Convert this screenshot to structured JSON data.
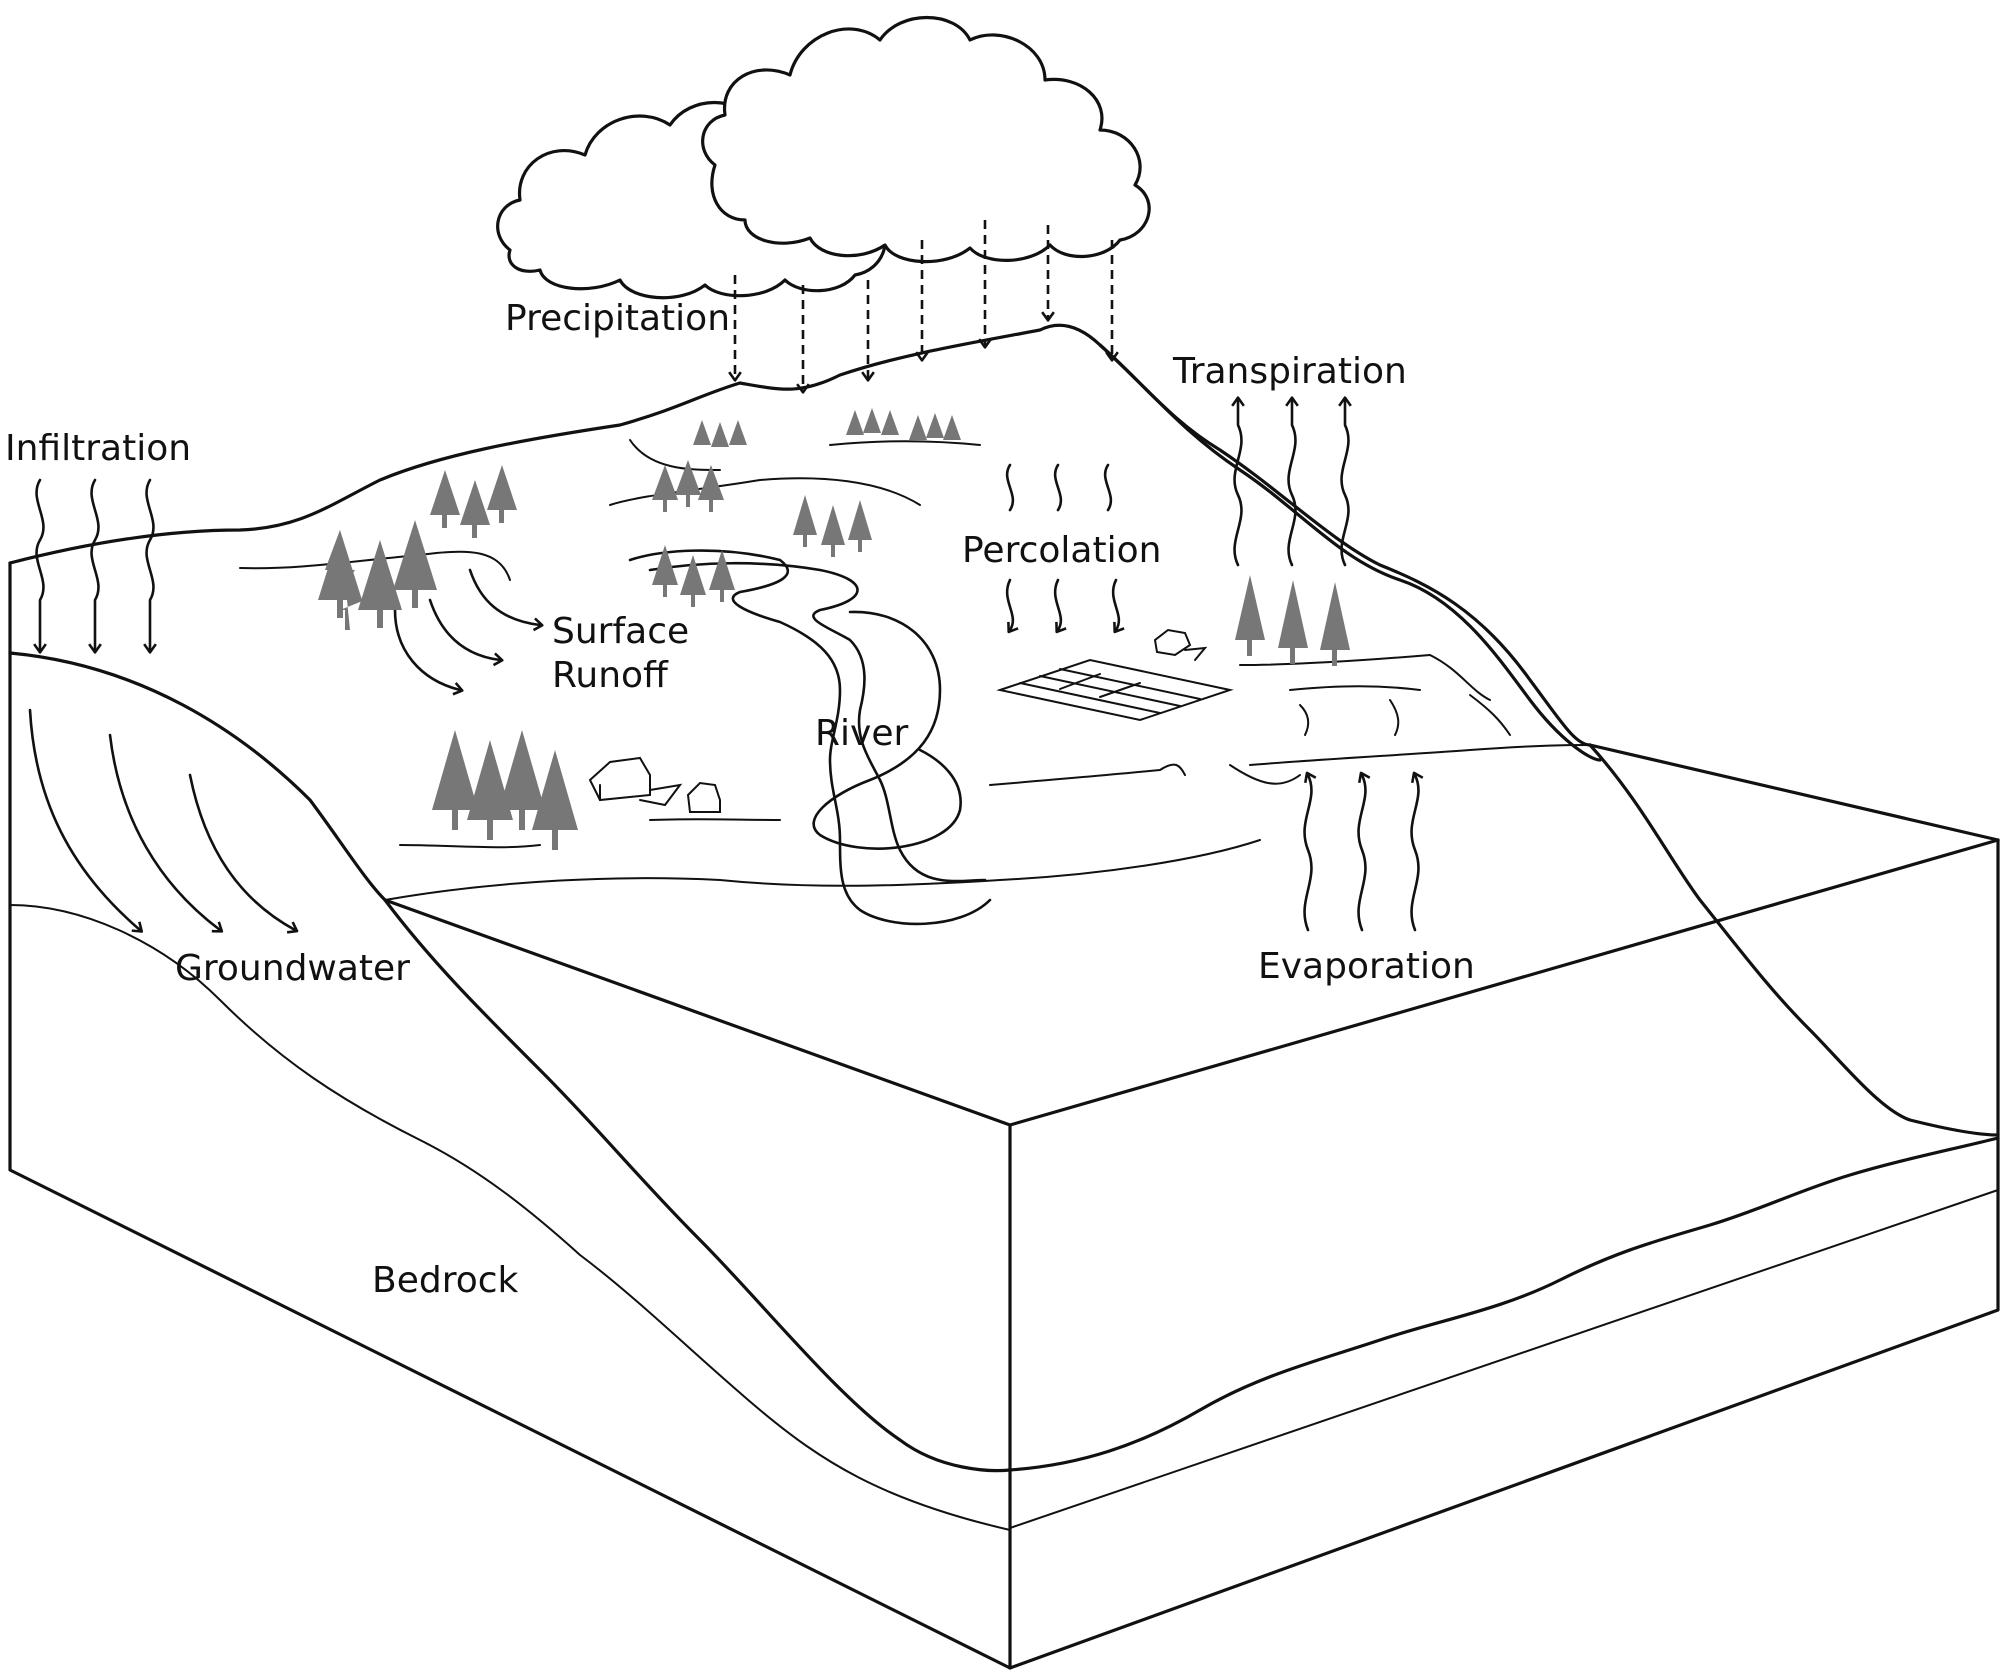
{
  "diagram": {
    "labels": {
      "precipitation": "Precipitation",
      "transpiration": "Transpiration",
      "infiltration": "Infiltration",
      "percolation": "Percolation",
      "surface_runoff_1": "Surface",
      "surface_runoff_2": "Runoff",
      "river": "River",
      "groundwater": "Groundwater",
      "evaporation": "Evaporation",
      "bedrock": "Bedrock"
    },
    "colors": {
      "line": "#111111",
      "trees": "#777777",
      "background": "#ffffff"
    },
    "icons": [
      "cloud-icon",
      "tree-icon",
      "house-icon",
      "farm-field-icon",
      "wavy-arrow-icon",
      "dashed-arrow-icon"
    ]
  }
}
